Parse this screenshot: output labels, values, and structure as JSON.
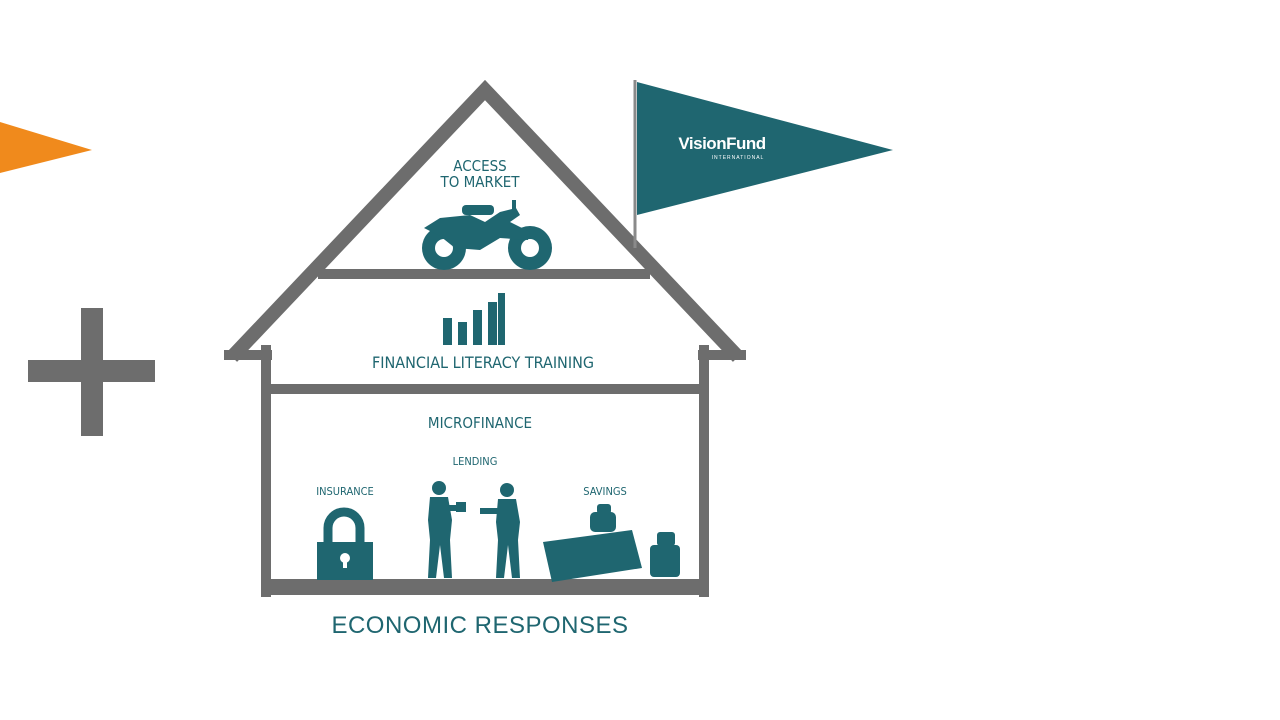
{
  "diagram": {
    "roof_label": "ACCESS TO MARKET",
    "middle_label": "FINANCIAL LITERACY TRAINING",
    "base_label": "MICROFINANCE",
    "items": {
      "insurance": "INSURANCE",
      "lending": "LENDING",
      "savings": "SAVINGS"
    },
    "caption": "ECONOMIC RESPONSES"
  },
  "flag": {
    "brand": "VisionFund",
    "sub": "INTERNATIONAL"
  },
  "colors": {
    "teal": "#1f6670",
    "gray": "#6d6d6d",
    "orange": "#f08a1c"
  },
  "icons": [
    "motorcycle-icon",
    "bar-chart-icon",
    "padlock-icon",
    "people-handshake-icon",
    "savings-stack-icon",
    "plus-icon"
  ]
}
